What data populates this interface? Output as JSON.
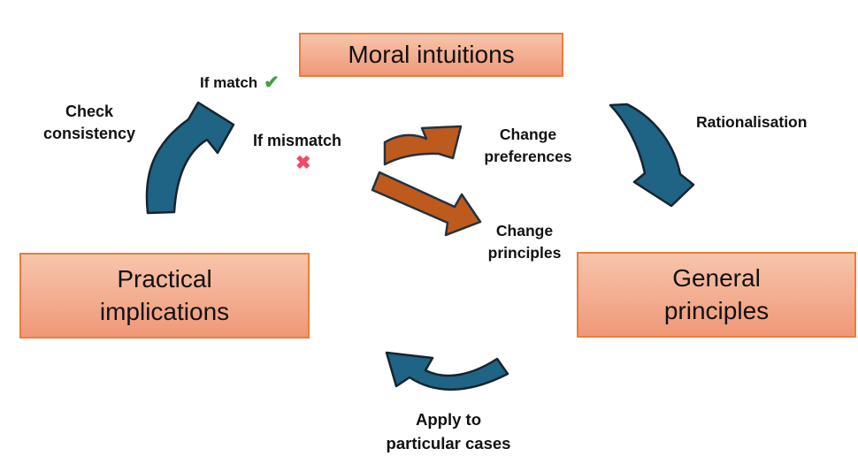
{
  "boxes": {
    "moral_intuitions": "Moral intuitions",
    "practical_implications": "Practical\nimplications",
    "general_principles": "General\nprinciples"
  },
  "labels": {
    "check_consistency": "Check\nconsistency",
    "if_match": "If match",
    "if_match_mark": "✔",
    "if_mismatch": "If mismatch",
    "if_mismatch_mark": "✖",
    "change_preferences": "Change\npreferences",
    "change_principles": "Change\nprinciples",
    "rationalisation": "Rationalisation",
    "apply_to_cases": "Apply to\nparticular cases"
  },
  "colors": {
    "arrow-teal": "#1F6385",
    "arrow-teal-outline": "#16242E",
    "arrow-orange": "#BF5A1D",
    "arrow-orange-outline": "#233240",
    "box-gradient-top": "#F7C5AB",
    "box-gradient-bottom": "#F09878",
    "box-border": "#E87D3B",
    "check-green": "#43A047",
    "cross-pink": "#F4476B",
    "text": "#111111"
  }
}
